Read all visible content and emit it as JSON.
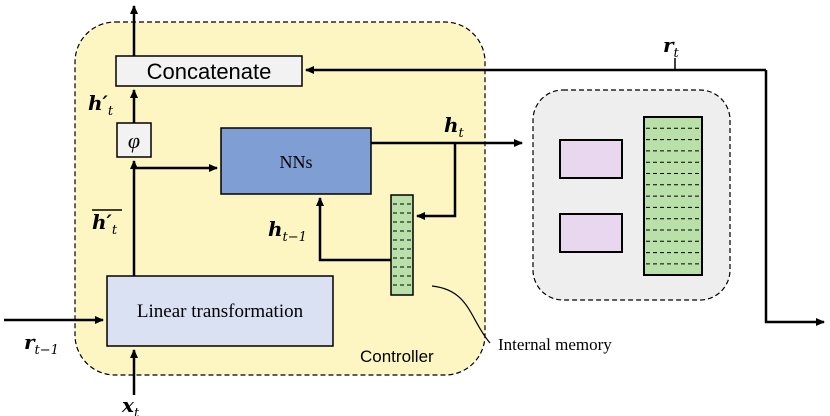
{
  "controller": {
    "label": "Controller",
    "fill": "#fdf6c3"
  },
  "concatenate": {
    "label": "Concatenate",
    "fill": "#f2f2f2"
  },
  "phi": {
    "label": "φ"
  },
  "nns": {
    "label": "NNs",
    "fill": "#7f9ed4"
  },
  "linear": {
    "label": "Linear transformation",
    "fill": "#d9e1f2"
  },
  "memory": {
    "fill": "#eeeeee",
    "slot_fill": "#e8d7ef",
    "column_fill": "#b8e0a8"
  },
  "internal_memory": {
    "label": "Internal memory",
    "fill": "#b8e0a8"
  },
  "symbols": {
    "r_t_base": "r",
    "r_t_sub": "t",
    "r_tm1_base": "r",
    "r_tm1_sub": "t−1",
    "x_t_base": "x",
    "x_t_sub": "t",
    "h_t_base": "h",
    "h_t_sub": "t",
    "h_tm1_base": "h",
    "h_tm1_sub": "t−1",
    "hprime_base": "h′",
    "hprime_sub": "t",
    "hbar_base": "h′",
    "hbar_sub": "t"
  }
}
